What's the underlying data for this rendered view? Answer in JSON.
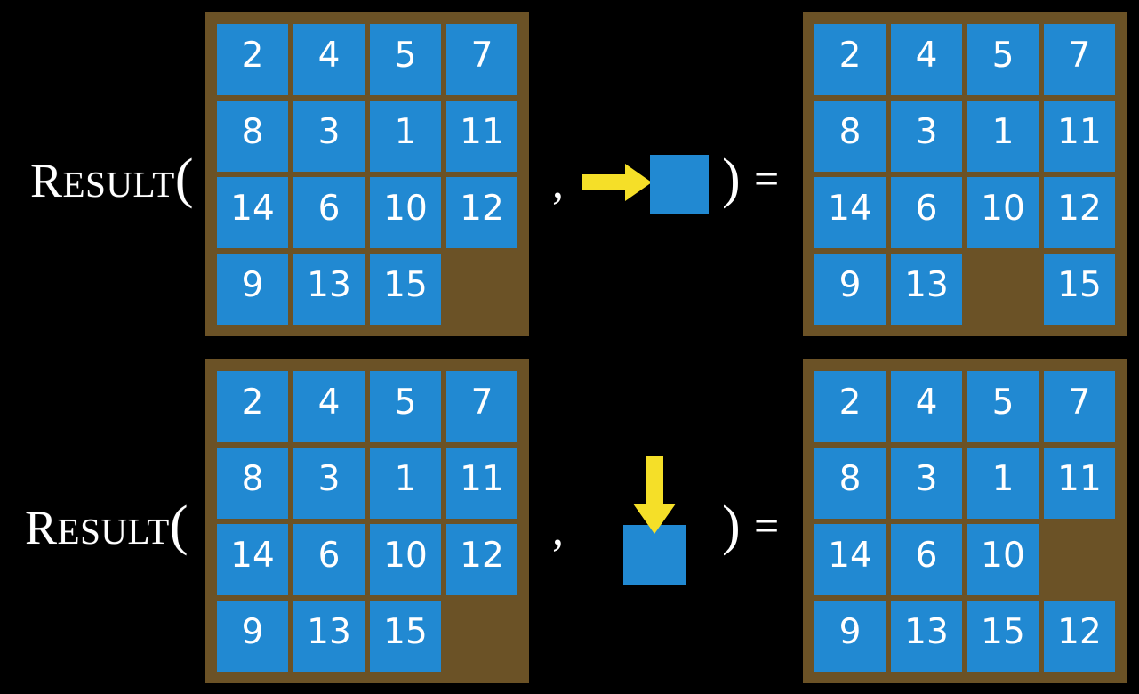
{
  "background_color": "#000000",
  "palette": {
    "tile": "#2189d2",
    "board_frame": "#6b5226",
    "arrow": "#f5df28",
    "text": "#ffffff"
  },
  "equations": [
    {
      "name": "slide-right-equation",
      "label": {
        "initial": "R",
        "rest": "ESULT",
        "open_paren": "("
      },
      "comma": ",",
      "close_paren": ")",
      "equals": "=",
      "action": {
        "icon": "arrow-right-icon",
        "direction": "right",
        "description": "tile slides right"
      },
      "input_grid": {
        "rows": 4,
        "cols": 4,
        "cells": [
          [
            "2",
            "4",
            "5",
            "7"
          ],
          [
            "8",
            "3",
            "1",
            "11"
          ],
          [
            "14",
            "6",
            "10",
            "12"
          ],
          [
            "9",
            "13",
            "15",
            ""
          ]
        ]
      },
      "output_grid": {
        "rows": 4,
        "cols": 4,
        "cells": [
          [
            "2",
            "4",
            "5",
            "7"
          ],
          [
            "8",
            "3",
            "1",
            "11"
          ],
          [
            "14",
            "6",
            "10",
            "12"
          ],
          [
            "9",
            "13",
            "",
            "15"
          ]
        ]
      }
    },
    {
      "name": "slide-down-equation",
      "label": {
        "initial": "R",
        "rest": "ESULT",
        "open_paren": "("
      },
      "comma": ",",
      "close_paren": ")",
      "equals": "=",
      "action": {
        "icon": "arrow-down-icon",
        "direction": "down",
        "description": "tile slides down"
      },
      "input_grid": {
        "rows": 4,
        "cols": 4,
        "cells": [
          [
            "2",
            "4",
            "5",
            "7"
          ],
          [
            "8",
            "3",
            "1",
            "11"
          ],
          [
            "14",
            "6",
            "10",
            "12"
          ],
          [
            "9",
            "13",
            "15",
            ""
          ]
        ]
      },
      "output_grid": {
        "rows": 4,
        "cols": 4,
        "cells": [
          [
            "2",
            "4",
            "5",
            "7"
          ],
          [
            "8",
            "3",
            "1",
            "11"
          ],
          [
            "14",
            "6",
            "10",
            ""
          ],
          [
            "9",
            "13",
            "15",
            "12"
          ]
        ]
      }
    }
  ]
}
